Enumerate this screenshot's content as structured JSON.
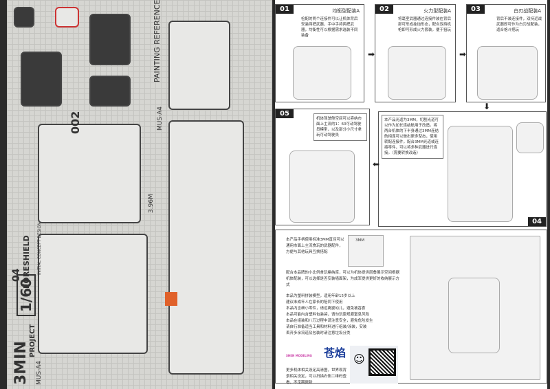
{
  "left_page": {
    "brand": "3MIN",
    "brand_sub": "PROJECT",
    "scale": "1/60",
    "model_no": "04",
    "model_name": "FORESHIELD",
    "code": "MUS-A4",
    "height": "3.96M",
    "section": "PAINTING REFERENCE",
    "design_label": "INITIAL CONCEPT DESIGN",
    "page_no": "002"
  },
  "right_page": {
    "panels": [
      {
        "num": "01",
        "title": "均衡型配装A",
        "text": "检配的两个连接件可以让机体背后安装两把武器，手中手持两把武器，均衡性可以根据需求选装不同装备"
      },
      {
        "num": "02",
        "title": "火力型配装A",
        "text": "将毫室武器通过连接件装在背后部可形成挂炮形态，配合双持机枪即可形成火力套装，便于狙玩"
      },
      {
        "num": "03",
        "title": "白刃战配装A",
        "text": "背后不装连接件，双持近战武器即可作为白刃战配装，适合格斗把玩"
      },
      {
        "num": "05",
        "text": "机体驾驶舱空间可以容纳市面上主流的1：60可动驾驶员模型，以及部分小尺寸拿玩可动驾驶员"
      },
      {
        "num": "04",
        "text": "本产品光适为3MM，切割光道可以作为加长连结航用于改造。将两台机体的下半身通过3MM连结航相连可以做出更多型态，使用转配连接件，配合3MM光道或连接零件，可以将多种武器进行连接。（需要转换改造）"
      }
    ],
    "handle_note": "本产品手柄使用标准3MM直径可以通用市面上主流食玩的武器配件，方便与其他玩具互换搭配",
    "callout_3mm": "3MM",
    "stand_note": "配合本品牌的小比例食玩格纳库，可以为机体提供层叠展示空间根据机体配装，可以选择是否安装墙面架，为成军提供更好的收纳展示方式",
    "warnings": [
      "本品为塑料拼装模型，适用年龄15岁以上",
      "建议未成年人在家长的陪同下使用",
      "本品内含细小零件，请远离婴幼儿，避免被吞食",
      "本品可能内含塑料包装袋，请勿玩耍规避窒息风险",
      "本品在组装和八万过程中请注意安全，避免危险发生",
      "请自行准备适当工具和材料进行组装/涂装，安装",
      "丢弃多余流道及包装时请注意垃圾分类"
    ],
    "logo1": "SHEN MODELING",
    "logo2": "苍焰",
    "footer_note": "更多机体相关设定高清图，世界观背景相关设定，可以扫描右侧二维码查看，不定期更新"
  }
}
